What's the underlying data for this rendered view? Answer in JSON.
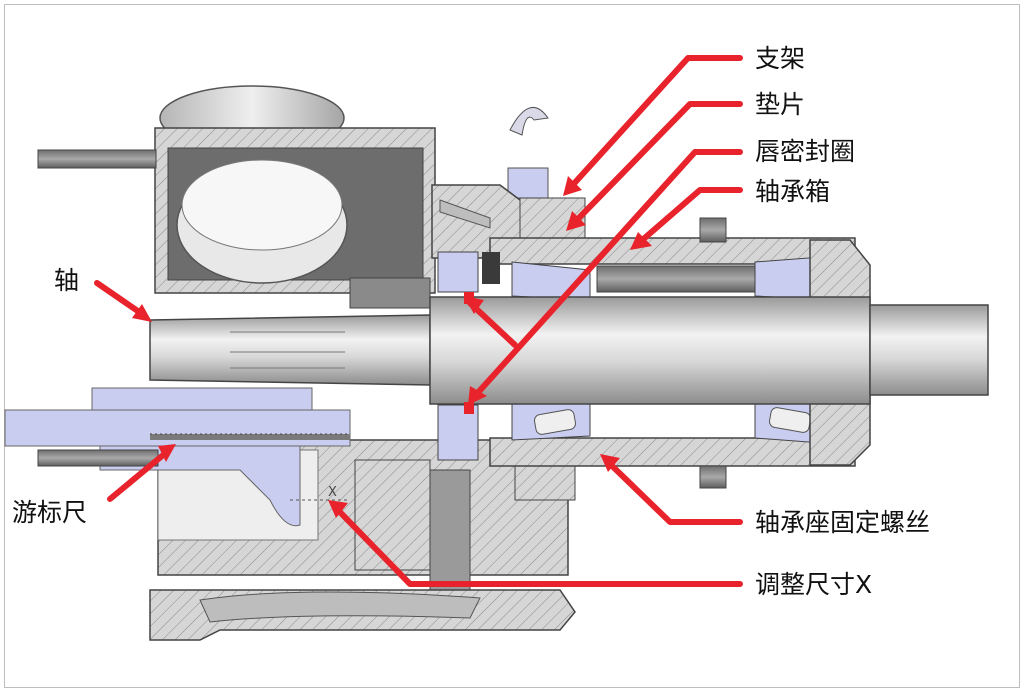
{
  "labels": {
    "bracket": "支架",
    "shim": "垫片",
    "lip_seal": "唇密封圈",
    "bearing_box": "轴承箱",
    "shaft": "轴",
    "caliper": "游标尺",
    "housing_screw": "轴承座固定螺丝",
    "adjust_size": "调整尺寸X"
  },
  "dimension_mark": "X",
  "colors": {
    "arrow": "#e8232b",
    "steel": "#c8c8c8",
    "section": "#d4d4d4",
    "caliper": "#c9cdf0",
    "seal": "#e8232b"
  }
}
